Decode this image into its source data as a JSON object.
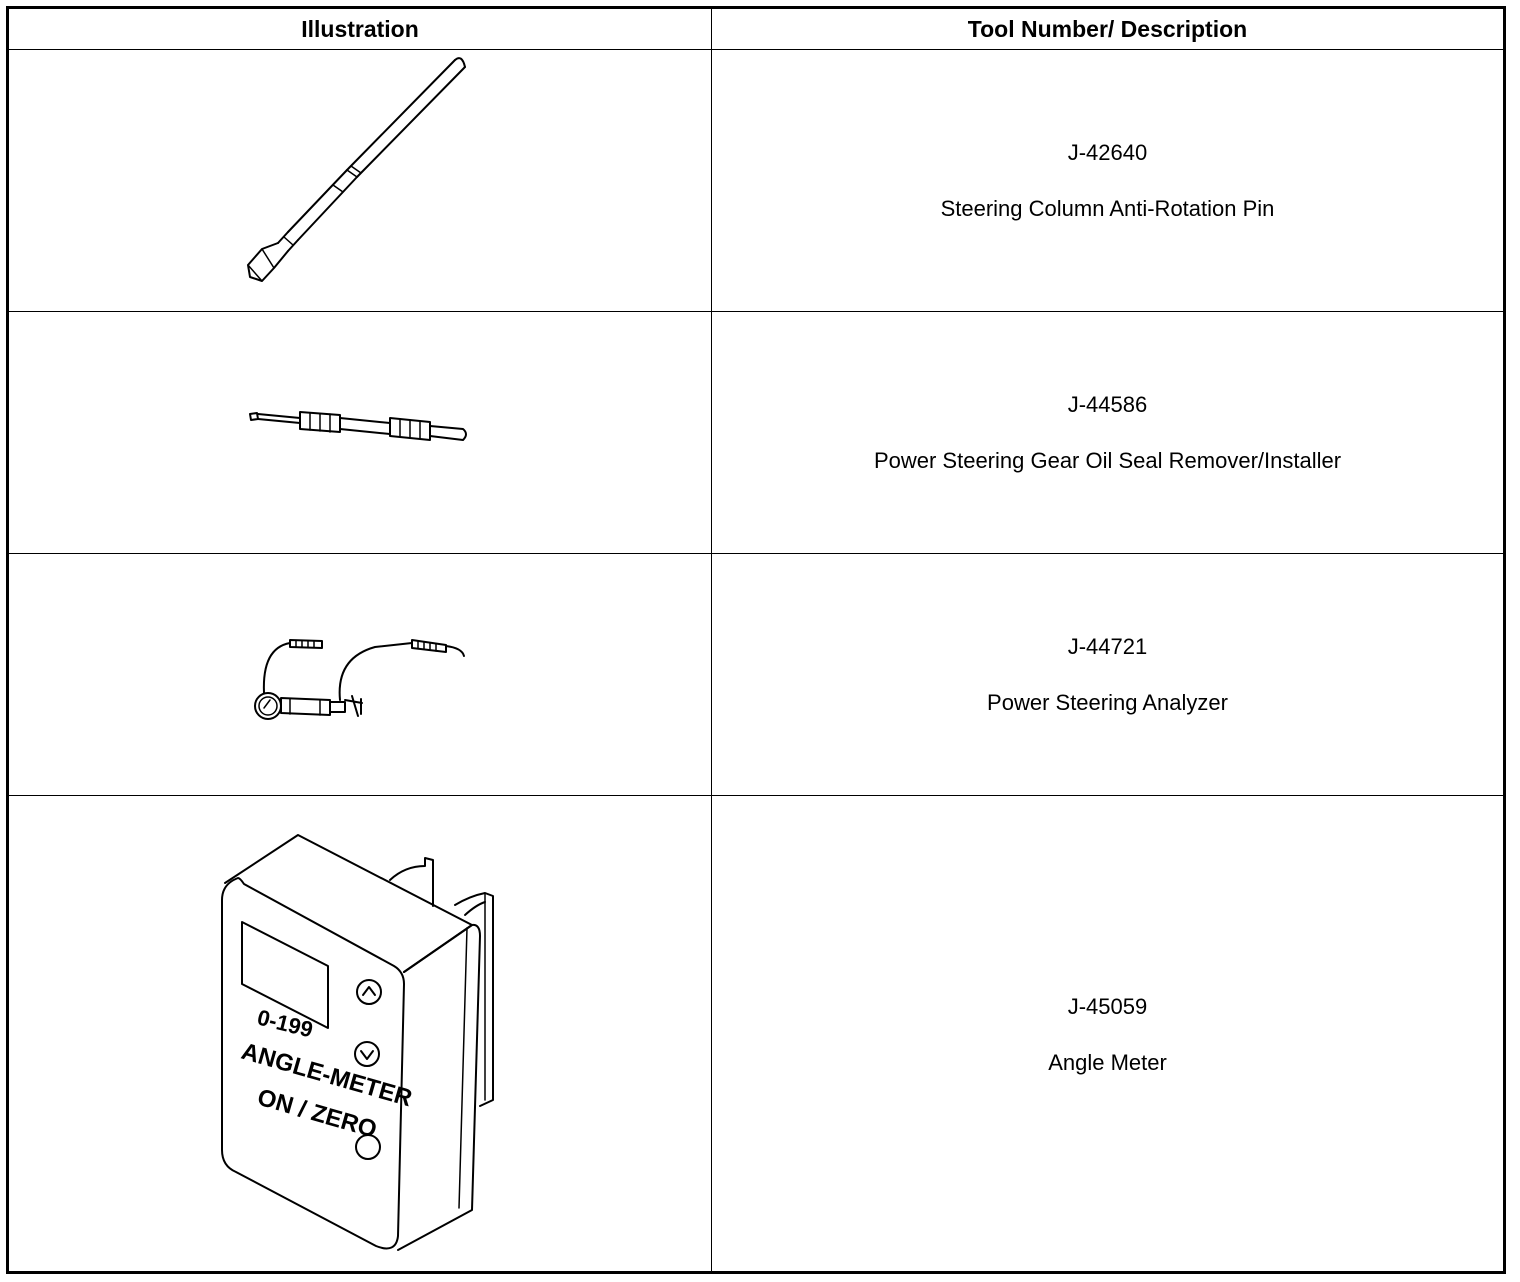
{
  "table": {
    "headers": {
      "illustration": "Illustration",
      "description": "Tool Number/ Description"
    },
    "rows": [
      {
        "tool_number": "J-42640",
        "description": "Steering Column Anti-Rotation Pin",
        "icon": "anti-rotation-pin-icon"
      },
      {
        "tool_number": "J-44586",
        "description": "Power Steering Gear Oil Seal Remover/Installer",
        "icon": "seal-remover-installer-icon"
      },
      {
        "tool_number": "J-44721",
        "description": "Power Steering Analyzer",
        "icon": "power-steering-analyzer-icon"
      },
      {
        "tool_number": "J-45059",
        "description": "Angle Meter",
        "icon": "angle-meter-icon",
        "device_labels": {
          "range": "0-199",
          "name": "ANGLE-METER",
          "button": "ON / ZERO"
        }
      }
    ]
  }
}
